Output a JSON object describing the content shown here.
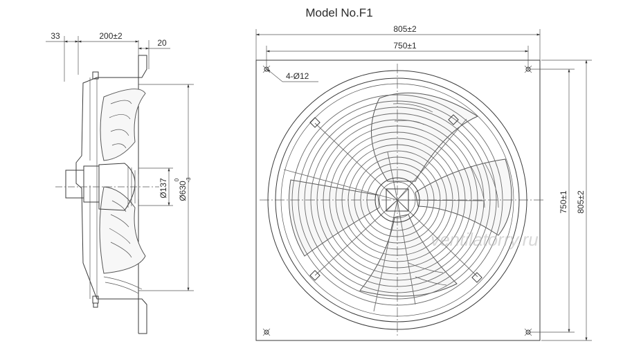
{
  "title": "Model No.F1",
  "side_view": {
    "dim_offset": "33",
    "dim_depth": "200±2",
    "dim_flange": "20",
    "dim_hub": "Ø137",
    "dim_ring": "Ø630",
    "dim_ring_tol_upper": "0",
    "dim_ring_tol_lower": "-3"
  },
  "front_view": {
    "dim_width_outer": "805±2",
    "dim_width_holes": "750±1",
    "dim_height_holes": "750±1",
    "dim_height_outer": "805±2",
    "hole_note": "4-Ø12"
  },
  "watermark": "ventilatorry.ru"
}
